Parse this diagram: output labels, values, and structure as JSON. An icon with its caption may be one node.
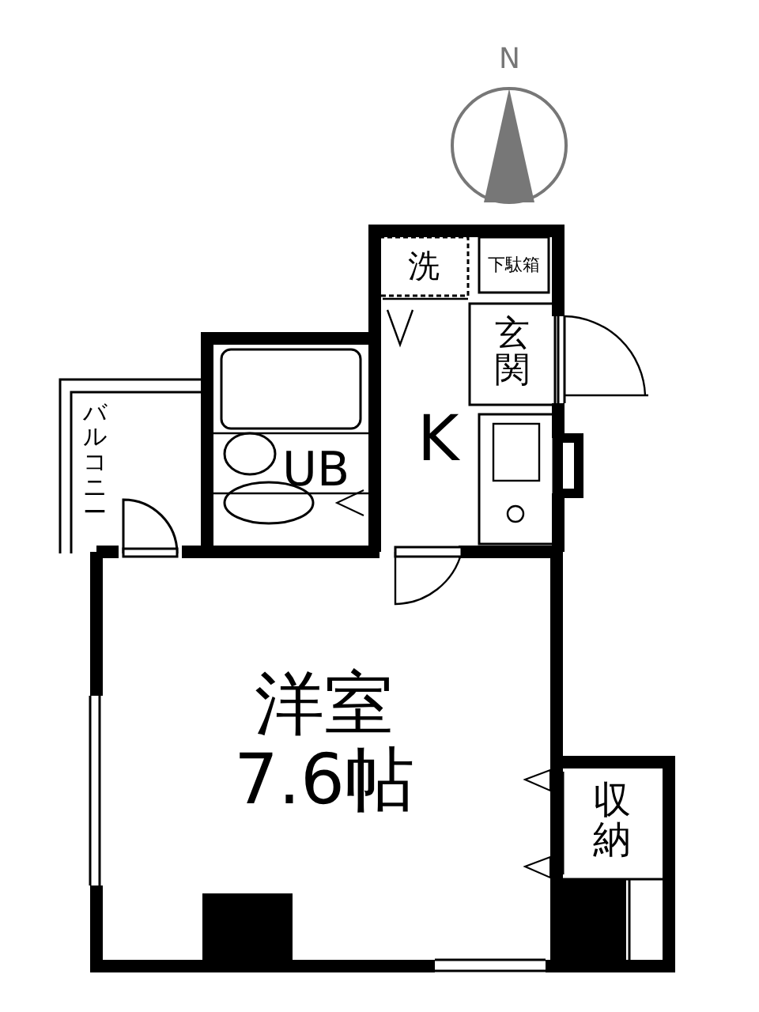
{
  "diagram": {
    "nodes": [
      {
        "text": [
          "洗"
        ]
      },
      {
        "text": [
          "下駄箱"
        ]
      },
      {
        "text": [
          "玄関"
        ]
      },
      {
        "text": [
          "バルコニー"
        ]
      },
      {
        "text": [
          "UB"
        ]
      },
      {
        "text": [
          "K"
        ]
      },
      {
        "text": [
          "洋室",
          "7.6帖"
        ]
      },
      {
        "text": [
          "収納"
        ]
      }
    ],
    "labels": [
      "N"
    ]
  }
}
